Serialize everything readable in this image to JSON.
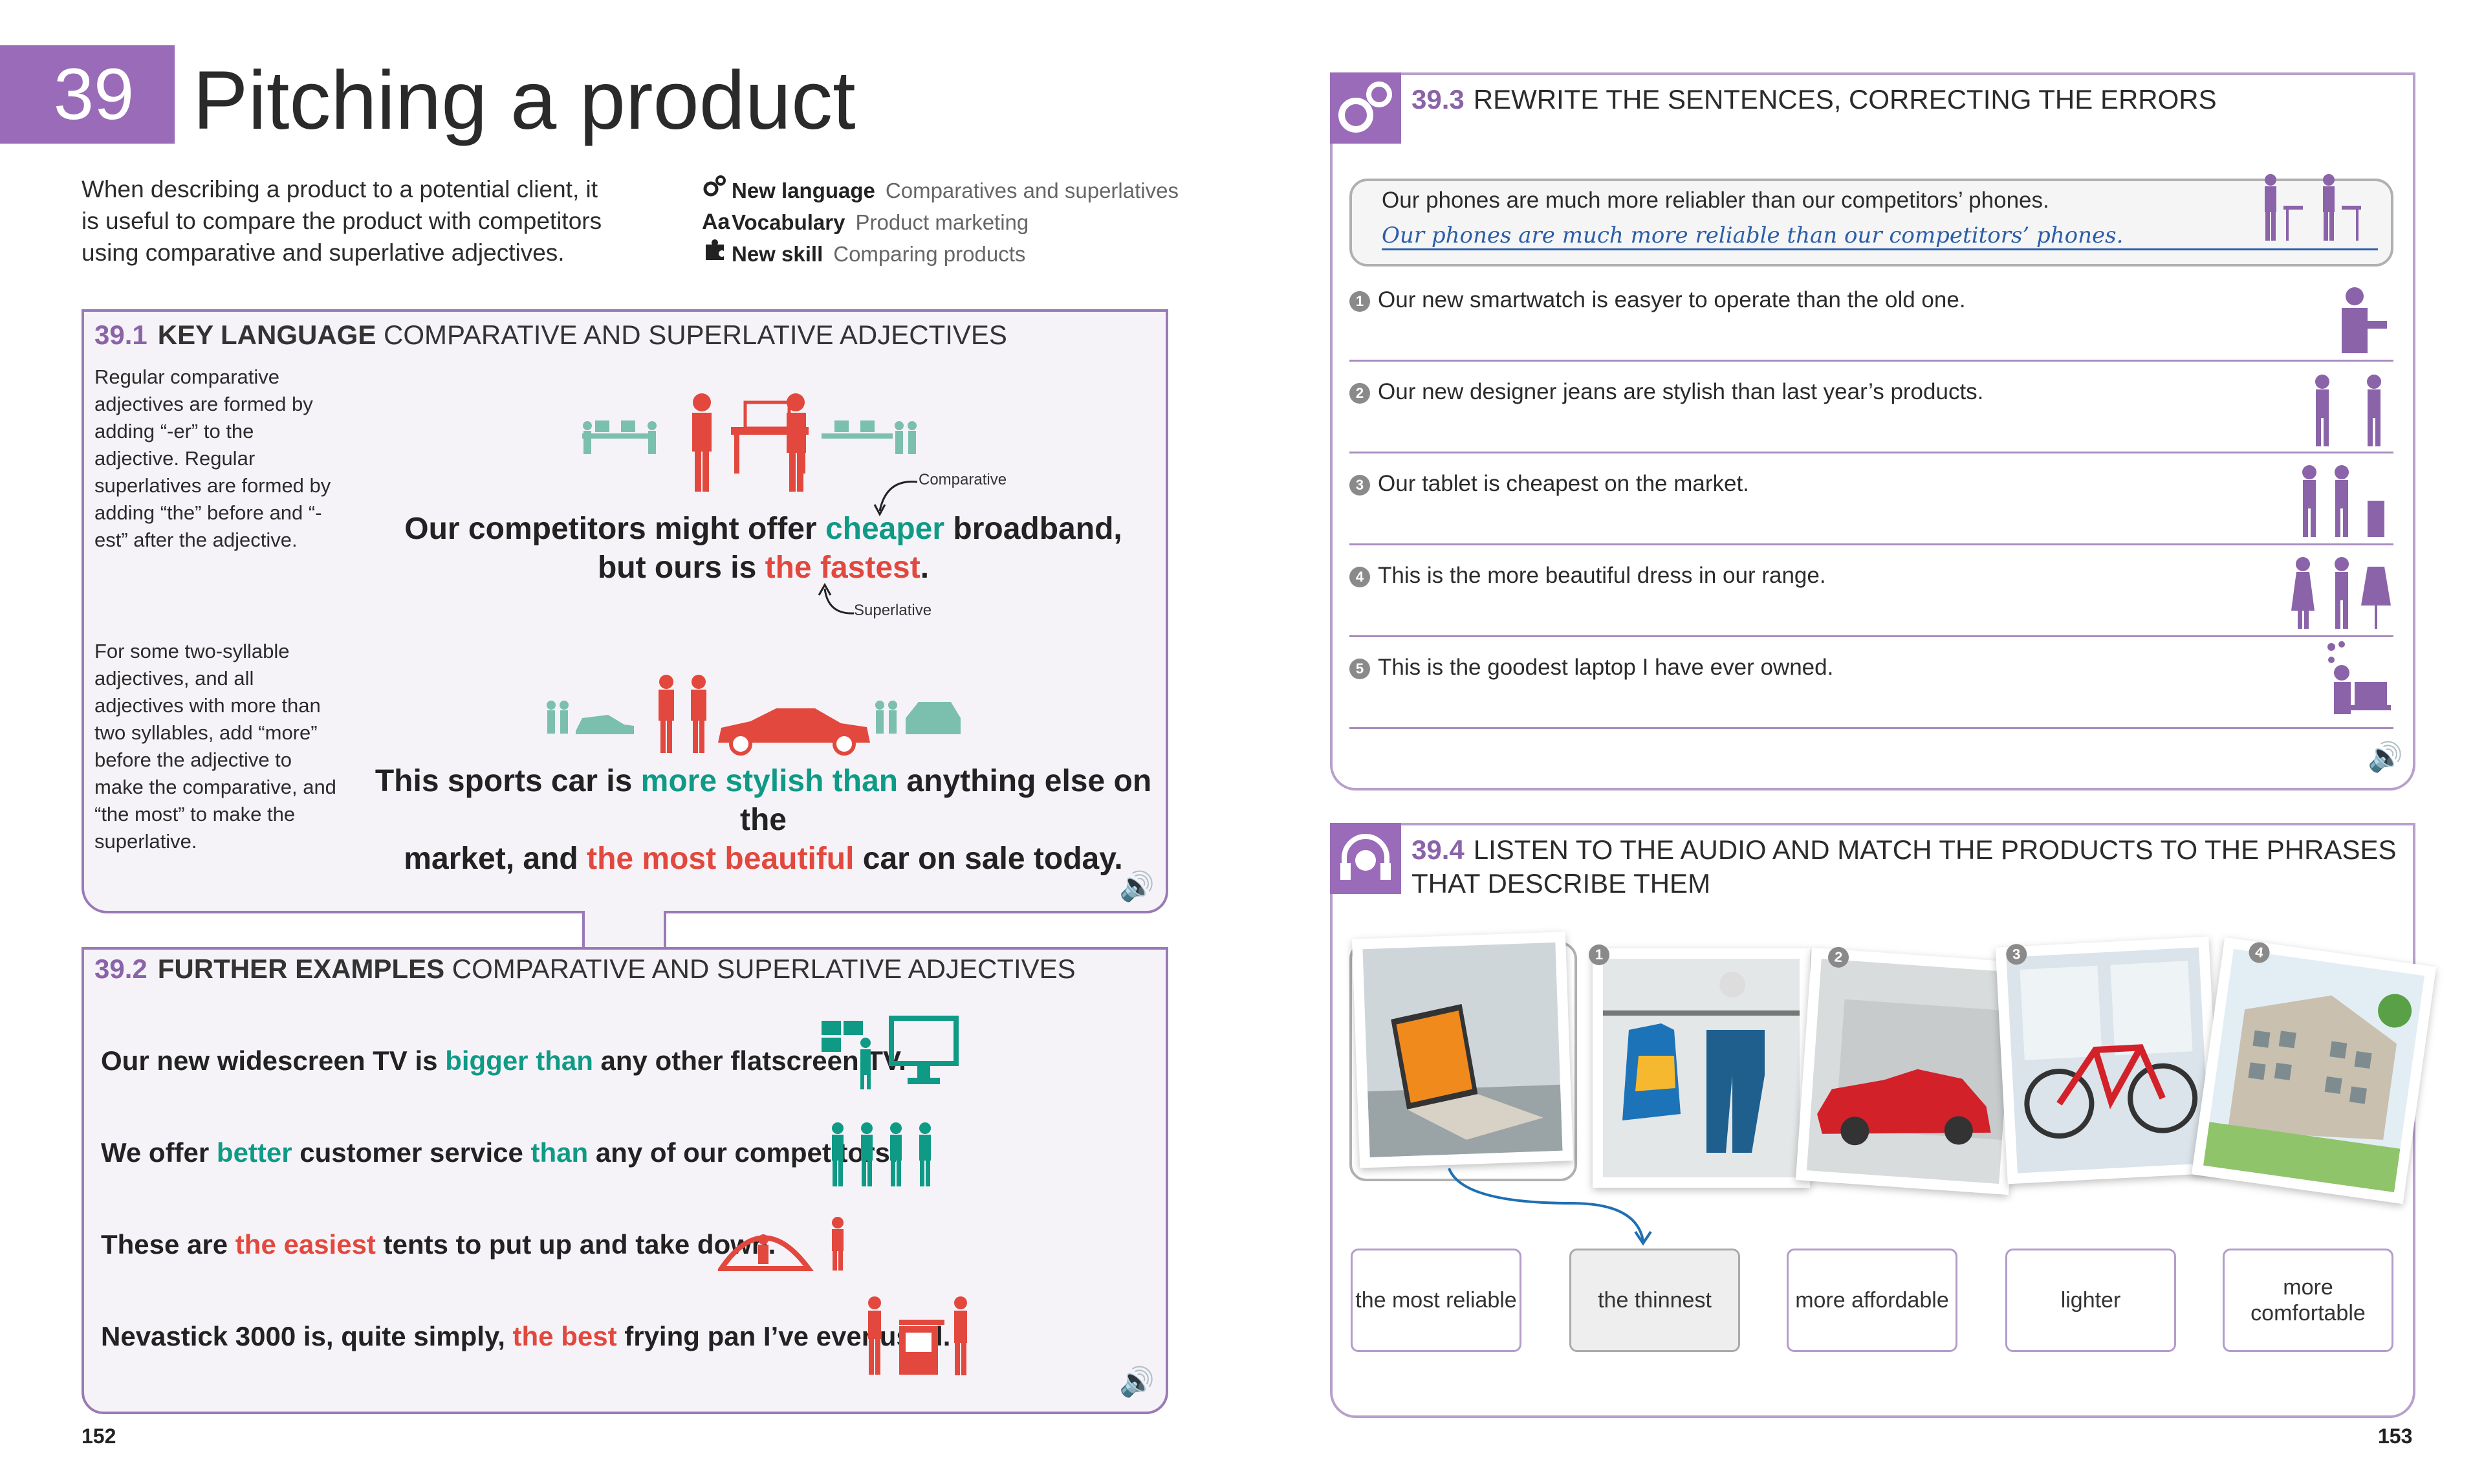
{
  "chapter": {
    "number": "39",
    "title": "Pitching a product"
  },
  "intro": "When describing a product to a potential client, it is useful to compare the product with competitors using comparative and superlative adjectives.",
  "meta": [
    {
      "icon": "gears-icon",
      "key": "New language",
      "value": "Comparatives and superlatives"
    },
    {
      "icon": "aa-icon",
      "key": "Vocabulary",
      "value": "Product marketing"
    },
    {
      "icon": "puzzle-icon",
      "key": "New skill",
      "value": "Comparing products"
    }
  ],
  "s391": {
    "num": "39.1",
    "title_bold": "KEY LANGUAGE",
    "title_rest": "COMPARATIVE AND SUPERLATIVE ADJECTIVES",
    "note1": "Regular comparative adjectives are formed by adding “-er” to the adjective. Regular superlatives are formed by adding “the” before and “-est” after the adjective.",
    "label_comparative": "Comparative",
    "label_superlative": "Superlative",
    "sent1": {
      "a": "Our competitors might offer ",
      "b": "cheaper",
      "c": " broadband,",
      "d": "but ours is ",
      "e": "the fastest",
      "f": "."
    },
    "note2": "For some two-syllable adjectives, and all adjectives with more than two syllables, add “more” before the adjective to make the comparative, and “the most” to make the superlative.",
    "sent2": {
      "a": "This sports car is ",
      "b": "more stylish than",
      "c": " anything else on the",
      "d": "market, and ",
      "e": "the most beautiful",
      "f": " car on sale today."
    }
  },
  "s392": {
    "num": "39.2",
    "title_bold": "FURTHER EXAMPLES",
    "title_rest": "COMPARATIVE AND SUPERLATIVE ADJECTIVES",
    "lines": [
      {
        "a": "Our new widescreen TV is ",
        "b": "bigger than",
        "c": " any other flatscreen TV.",
        "color": "teal"
      },
      {
        "a": "We offer ",
        "b": "better",
        "c": " customer service ",
        "d": "than",
        "e": " any of our competitors.",
        "color": "teal"
      },
      {
        "a": "These are ",
        "b": "the easiest",
        "c": " tents to put up and take down.",
        "color": "red"
      },
      {
        "a": "Nevastick 3000 is, quite simply, ",
        "b": "the best",
        "c": " frying pan I’ve ever used.",
        "color": "red"
      }
    ]
  },
  "s393": {
    "num": "39.3",
    "title": "REWRITE THE SENTENCES, CORRECTING THE ERRORS",
    "example_q": "Our phones are much more reliabler than our competitors’ phones.",
    "example_a": "Our phones are much more reliable than our competitors’ phones.",
    "questions": [
      {
        "n": "1",
        "text": "Our new smartwatch is easyer to operate than the old one."
      },
      {
        "n": "2",
        "text": "Our new designer jeans are stylish than last year’s products."
      },
      {
        "n": "3",
        "text": "Our tablet is cheapest on the market."
      },
      {
        "n": "4",
        "text": "This is the more beautiful dress in our range."
      },
      {
        "n": "5",
        "text": "This is the goodest laptop I have ever owned."
      }
    ]
  },
  "s394": {
    "num": "39.4",
    "title_l1": "LISTEN TO THE AUDIO AND MATCH THE PRODUCTS TO THE PHRASES",
    "title_l2": "THAT DESCRIBE THEM",
    "photo_nums": [
      "1",
      "2",
      "3",
      "4"
    ],
    "options": [
      "the most reliable",
      "the thinnest",
      "more affordable",
      "lighter",
      "more comfortable"
    ],
    "selected_index": 1
  },
  "pages": {
    "left": "152",
    "right": "153"
  },
  "colors": {
    "purple": "#9a6bb8",
    "teal": "#0f9a86",
    "red": "#e2483d"
  }
}
